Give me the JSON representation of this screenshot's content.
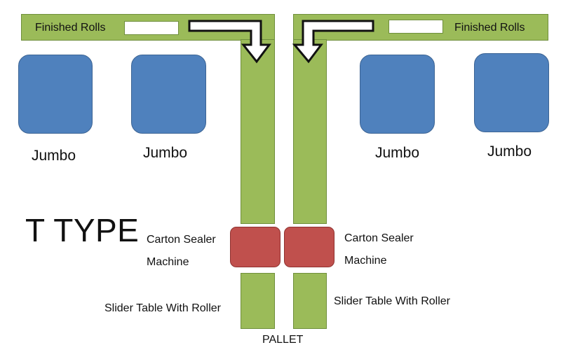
{
  "labels": {
    "finished_rolls_left": "Finished Rolls",
    "finished_rolls_right": "Finished Rolls",
    "jumbo_1": "Jumbo",
    "jumbo_2": "Jumbo",
    "jumbo_3": "Jumbo",
    "jumbo_4": "Jumbo",
    "type_title": "T TYPE",
    "sealer_left_line1": "Carton Sealer",
    "sealer_left_line2": "Machine",
    "sealer_right_line1": "Carton Sealer",
    "sealer_right_line2": "Machine",
    "slider_left": "Slider Table With Roller",
    "slider_right": "Slider Table With Roller",
    "pallet": "PALLET"
  },
  "colors": {
    "conveyor": "#9bbb59",
    "jumbo_roll": "#4f81bd",
    "sealer": "#c0504d"
  }
}
